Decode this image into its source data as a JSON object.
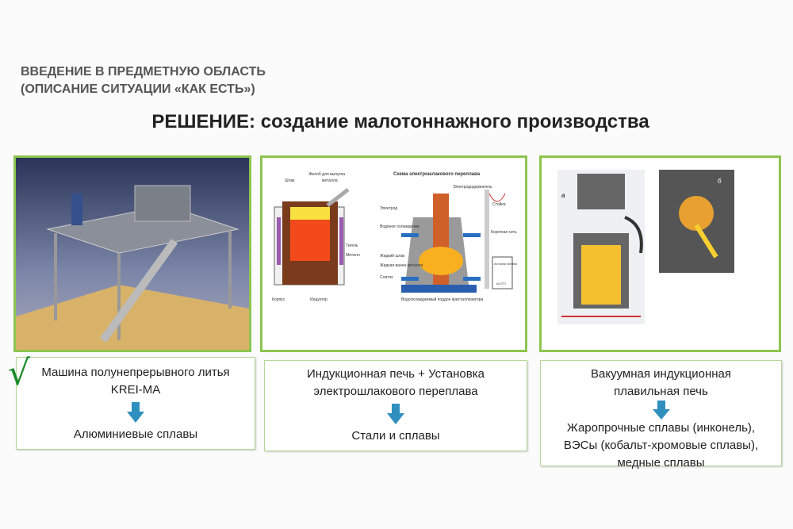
{
  "intro": {
    "line1": "ВВЕДЕНИЕ В ПРЕДМЕТНУЮ ОБЛАСТЬ",
    "line2": "(ОПИСАНИЕ СИТУАЦИИ «КАК ЕСТЬ»)"
  },
  "title": "РЕШЕНИЕ: создание малотоннажного производства",
  "diagram": {
    "induction": {
      "slag": "Шлак",
      "chute": "Желоб для выпуска",
      "chute2": "металла",
      "crucible": "Тигель",
      "metal": "Металл",
      "body": "Корпус",
      "inductor": "Индуктор"
    },
    "esr": {
      "title": "Схема электрошлакового переплава",
      "holder": "Электрододержатель",
      "electrode": "Электрод",
      "rack": "Стойка",
      "cooling": "Водяное охлаждение",
      "shortnet": "Короткая сеть",
      "slag": "Жидкий шлак",
      "bath": "Жидкая ванна металла",
      "ingot": "Слиток",
      "tray": "Водоохлаждаемый поддон кристаллизатора",
      "power": "Источник питания",
      "acs": "АСУТП"
    }
  },
  "vim": {
    "label_a": "а",
    "label_b": "б"
  },
  "cards": [
    {
      "line1": "Машина полунепрерывного литья",
      "line2": "KREI-MA",
      "result": "Алюминиевые сплавы"
    },
    {
      "line1": "Индукционная печь + Установка",
      "line2": "электрошлакового переплава",
      "result": "Стали и сплавы"
    },
    {
      "line1": "Вакуумная индукционная",
      "line2": "плавильная печь",
      "result1": "Жаропрочные сплавы (инконель),",
      "result2": "ВЭСы (кобальт-хромовые сплавы),",
      "result3": "медные сплавы"
    }
  ],
  "check": "√",
  "colors": {
    "panel_border": "#8dc44f",
    "arrow": "#2f8fbf",
    "check": "#1a8a2a"
  }
}
